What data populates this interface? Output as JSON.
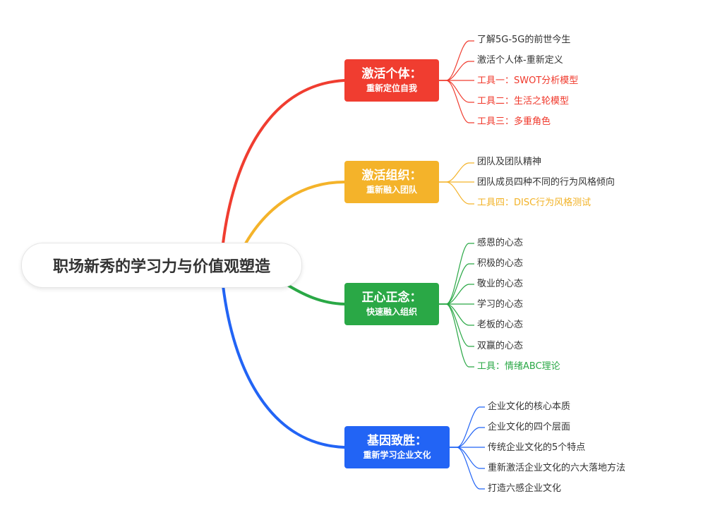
{
  "root": {
    "label": "职场新秀的学习力与价值观塑造"
  },
  "colors": {
    "red": "#f03d30",
    "yellow": "#f4b32a",
    "green": "#2aa846",
    "blue": "#2264f5"
  },
  "branches": [
    {
      "title": "激活个体：",
      "subtitle": "重新定位自我",
      "items": [
        {
          "label": "了解5G-5G的前世今生",
          "tool": false
        },
        {
          "label": "激活个人体-重新定义",
          "tool": false
        },
        {
          "label": "工具一：SWOT分析模型",
          "tool": true
        },
        {
          "label": "工具二：生活之轮模型",
          "tool": true
        },
        {
          "label": "工具三：多重角色",
          "tool": true
        }
      ]
    },
    {
      "title": "激活组织：",
      "subtitle": "重新融入团队",
      "items": [
        {
          "label": "团队及团队精神",
          "tool": false
        },
        {
          "label": "团队成员四种不同的行为风格倾向",
          "tool": false
        },
        {
          "label": "工具四：DISC行为风格测试",
          "tool": true
        }
      ]
    },
    {
      "title": "正心正念：",
      "subtitle": "快速融入组织",
      "items": [
        {
          "label": "感恩的心态",
          "tool": false
        },
        {
          "label": "积极的心态",
          "tool": false
        },
        {
          "label": "敬业的心态",
          "tool": false
        },
        {
          "label": "学习的心态",
          "tool": false
        },
        {
          "label": "老板的心态",
          "tool": false
        },
        {
          "label": "双赢的心态",
          "tool": false
        },
        {
          "label": "工具：情绪ABC理论",
          "tool": true
        }
      ]
    },
    {
      "title": "基因致胜：",
      "subtitle": "重新学习企业文化",
      "items": [
        {
          "label": "企业文化的核心本质",
          "tool": false
        },
        {
          "label": "企业文化的四个层面",
          "tool": false
        },
        {
          "label": "传统企业文化的5个特点",
          "tool": false
        },
        {
          "label": "重新激活企业文化的六大落地方法",
          "tool": false
        },
        {
          "label": "打造六感企业文化",
          "tool": false
        }
      ]
    }
  ]
}
